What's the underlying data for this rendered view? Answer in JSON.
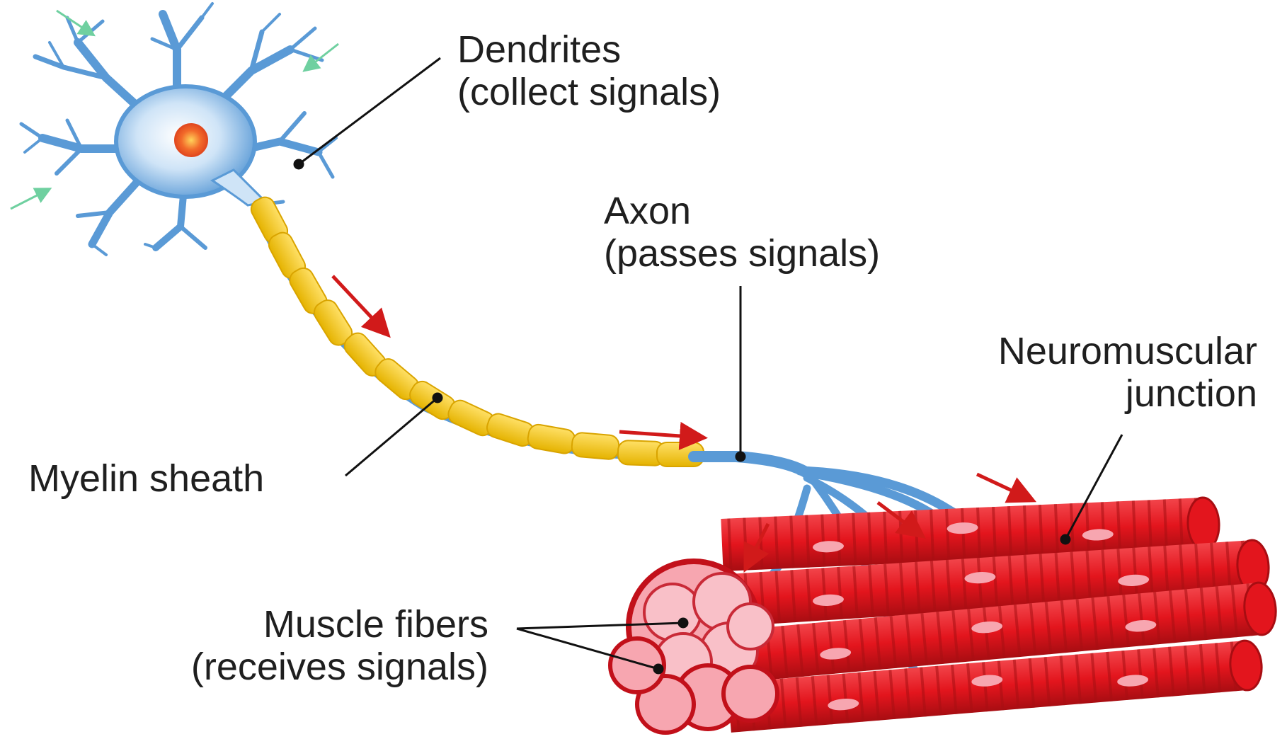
{
  "labels": {
    "dendrites": {
      "line1": "Dendrites",
      "line2": "(collect signals)"
    },
    "axon": {
      "line1": "Axon",
      "line2": "(passes signals)"
    },
    "neuromuscular": {
      "line1": "Neuromuscular",
      "line2": "junction"
    },
    "myelin": {
      "line1": "Myelin sheath"
    },
    "muscle": {
      "line1": "Muscle fibers",
      "line2": "(receives signals)"
    }
  },
  "colors": {
    "neuron": "#5a9ad6",
    "neuron_light": "#cfe4f7",
    "nucleus": "#f26a2a",
    "myelin": "#f2c418",
    "muscle": "#e3151d",
    "muscle_dark": "#a80d12",
    "signal_arrow": "#d11a1a",
    "input_arrow": "#6fd0a0",
    "leader_line": "#111111"
  }
}
